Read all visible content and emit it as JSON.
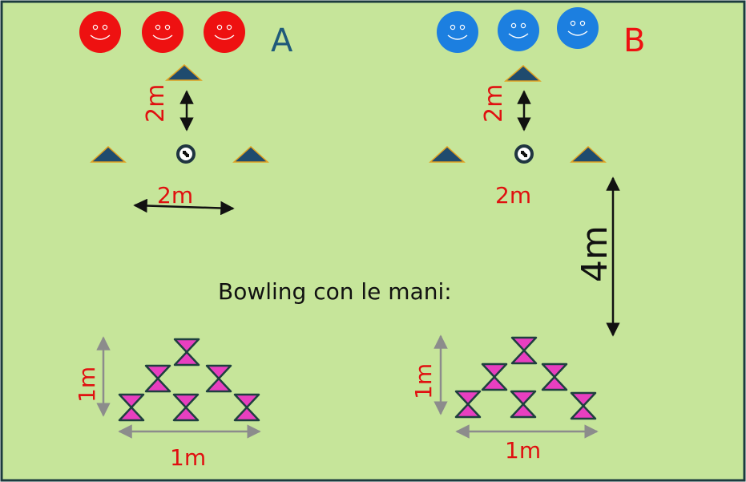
{
  "teams": {
    "a": {
      "label": "A",
      "label_color": "#1f5a7a",
      "player_color": "#ee1111"
    },
    "b": {
      "label": "B",
      "label_color": "#ee1111",
      "player_color": "#1c7fe0"
    }
  },
  "measures": {
    "a_vertical": "2m",
    "a_horizontal": "2m",
    "b_vertical": "2m",
    "b_horizontal": "2m",
    "gap": "4m",
    "pins_a_height": "1m",
    "pins_a_width": "1m",
    "pins_b_height": "1m",
    "pins_b_width": "1m"
  },
  "title": "Bowling con le mani:",
  "colors": {
    "field": "#c6e59a",
    "border": "#1c3b3e",
    "cone": "#1f4b6e",
    "cone_edge": "#e0a020",
    "pin": "#e83fc0",
    "pin_outline": "#1f3f3f",
    "measure_red": "#e01010",
    "arrow_grey": "#8c8c8c"
  },
  "icons": {
    "player": "smiley-face-icon",
    "cone": "cone-marker-icon",
    "ball": "soccer-ball-icon",
    "pin": "bowling-pin-icon"
  }
}
